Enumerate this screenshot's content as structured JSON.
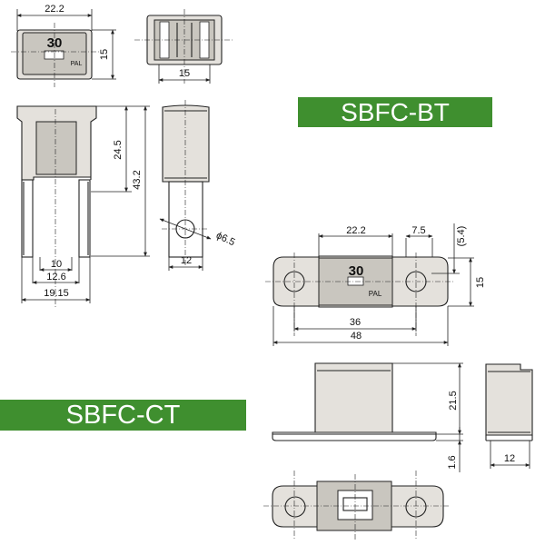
{
  "labels": {
    "sbfc_bt": "SBFC-BT",
    "sbfc_ct": "SBFC-CT"
  },
  "fuse_marking": {
    "rating": "30",
    "band_text": "PAL"
  },
  "dimensions": {
    "top_width": "22.2",
    "top_height": "15",
    "side_top_width": "15",
    "pin_length": "24.5",
    "overall_height": "43.2",
    "pin_inner": "10",
    "pin_mid": "12.6",
    "pin_outer": "19.15",
    "pin_width": "12",
    "hole_diameter": "ϕ6.5",
    "bt_body_width": "22.2",
    "bt_slot": "7.5",
    "bt_offset": "(5.4)",
    "bt_height": "15",
    "bt_hole_pitch": "36",
    "bt_overall": "48",
    "bt_body_height": "21.5",
    "bt_base": "1.6",
    "bt_side_width": "12"
  },
  "colors": {
    "band": "#3f8f2f",
    "band_text": "#ffffff",
    "body": "#e4e1dc",
    "face": "#c9c6bf",
    "line": "#222222"
  }
}
